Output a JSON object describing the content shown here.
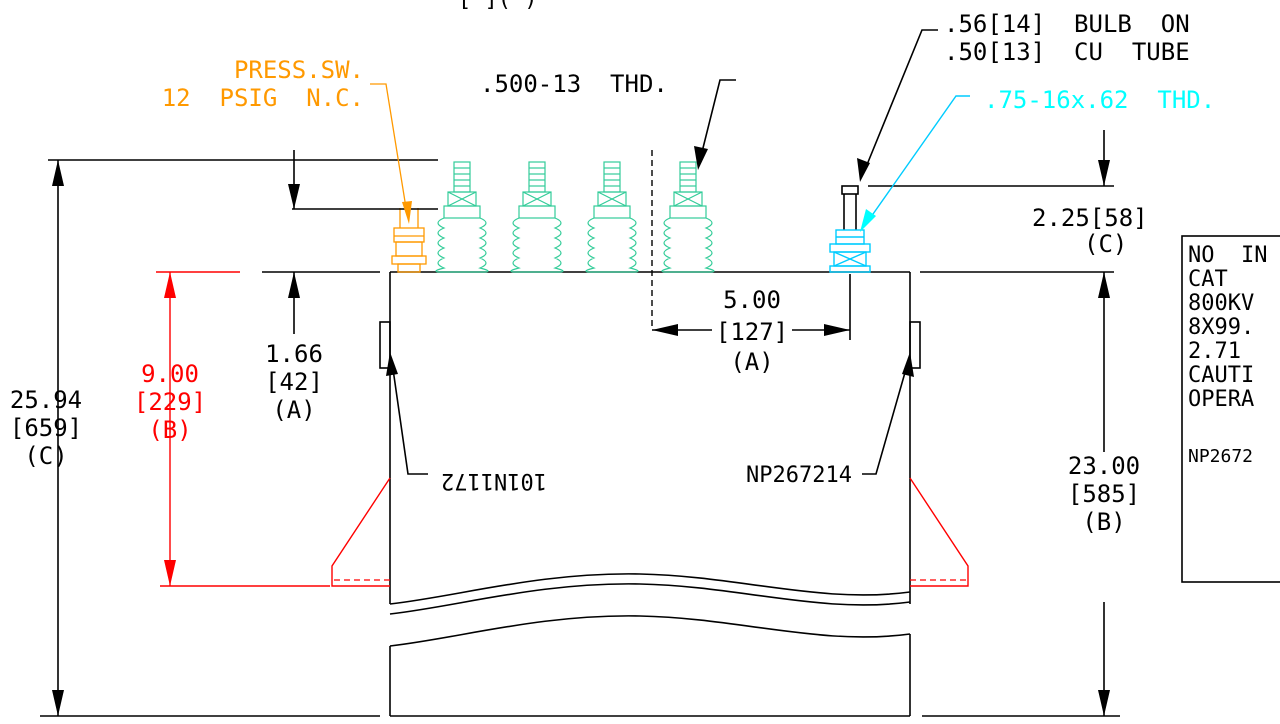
{
  "top_note": "[  ](  )",
  "bulb": {
    "line1": ".56[14]  BULB  ON",
    "line2": ".50[13]  CU  TUBE"
  },
  "thread_cyan": ".75-16x.62  THD.",
  "pressure_switch": {
    "line1": "PRESS.SW.",
    "line2": "12  PSIG  N.C."
  },
  "thread_main": ".500-13  THD.",
  "dims": {
    "top_right": {
      "value": "2.25[58]",
      "code": "(C)"
    },
    "overall_left": {
      "value": "25.94",
      "metric": "[659]",
      "code": "(C)"
    },
    "base_left": {
      "value": "9.00",
      "metric": "[229]",
      "code": "(B)"
    },
    "offset_left": {
      "value": "1.66",
      "metric": "[42]",
      "code": "(A)"
    },
    "spacing": {
      "value": "5.00",
      "metric": "[127]",
      "code": "(A)"
    },
    "height_right": {
      "value": "23.00",
      "metric": "[585]",
      "code": "(B)"
    }
  },
  "nameplate_left": "101N1172",
  "nameplate_right": "NP267214",
  "info_box": [
    "NO  IN",
    "CAT",
    "800KV",
    "8X99.",
    "2.71",
    "CAUTI",
    "OPERA",
    "",
    "NP2672"
  ],
  "colors": {
    "dimension": "#000000",
    "base_callout": "#ff0000",
    "pressure_switch": "#ff9900",
    "bushings": "#33cc99",
    "thermowell": "#00ccff"
  }
}
